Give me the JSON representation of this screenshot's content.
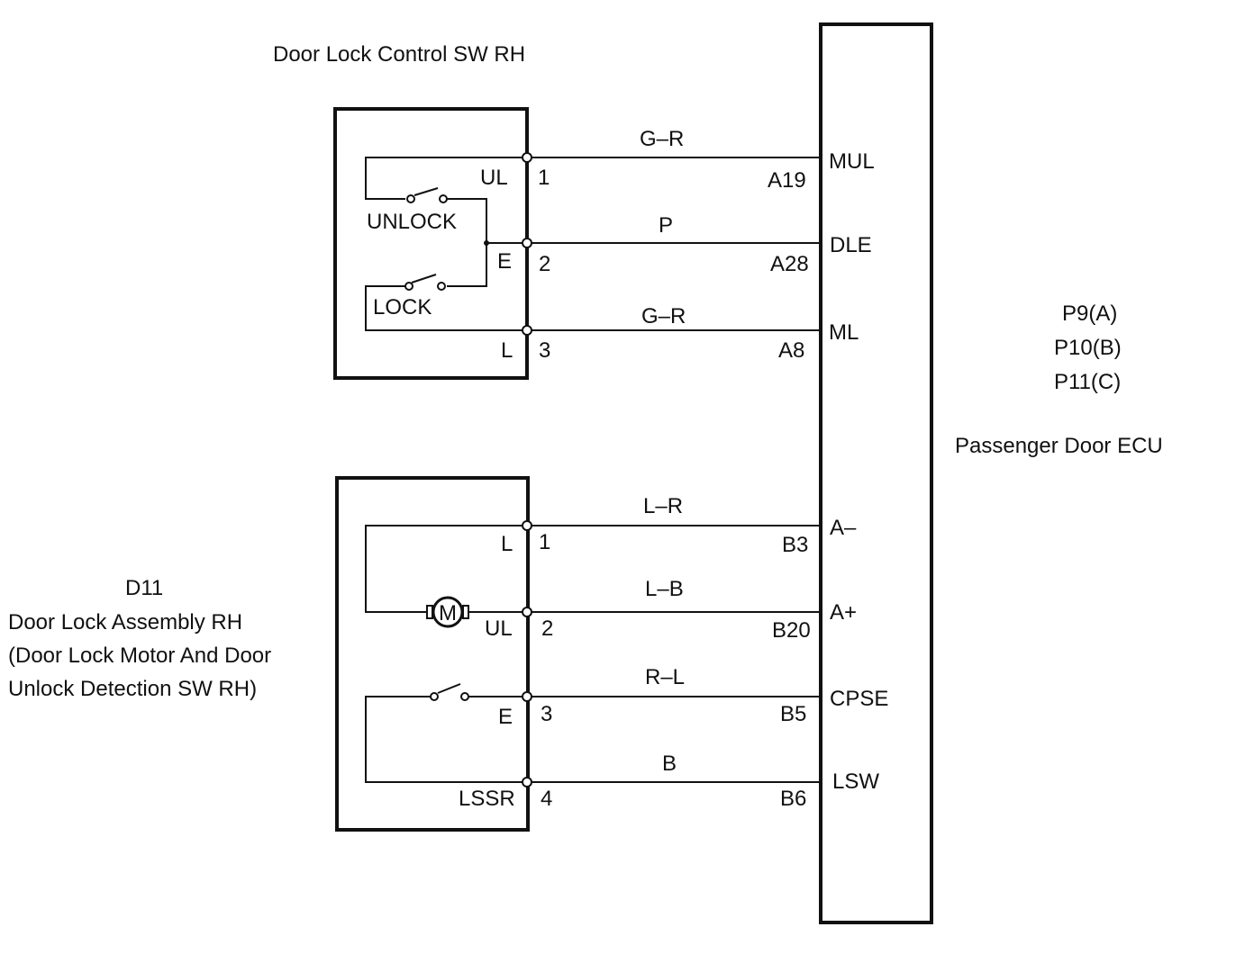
{
  "switch_title": "Door Lock Control SW RH",
  "switch": {
    "unlock_label": "UNLOCK",
    "lock_label": "LOCK",
    "pins": [
      {
        "name": "UL",
        "num": "1",
        "wire": "G–R",
        "ecu_pin": "A19",
        "ecu_term": "MUL"
      },
      {
        "name": "E",
        "num": "2",
        "wire": "P",
        "ecu_pin": "A28",
        "ecu_term": "DLE"
      },
      {
        "name": "L",
        "num": "3",
        "wire": "G–R",
        "ecu_pin": "A8",
        "ecu_term": "ML"
      }
    ]
  },
  "assembly": {
    "id": "D11",
    "line1": "Door Lock Assembly RH",
    "line2": "(Door Lock Motor And Door",
    "line3": "Unlock Detection SW RH)",
    "motor_label": "M",
    "pins": [
      {
        "name": "L",
        "num": "1",
        "wire": "L–R",
        "ecu_pin": "B3",
        "ecu_term": "A–"
      },
      {
        "name": "UL",
        "num": "2",
        "wire": "L–B",
        "ecu_pin": "B20",
        "ecu_term": "A+"
      },
      {
        "name": "E",
        "num": "3",
        "wire": "R–L",
        "ecu_pin": "B5",
        "ecu_term": "CPSE"
      },
      {
        "name": "LSSR",
        "num": "4",
        "wire": "B",
        "ecu_pin": "B6",
        "ecu_term": "LSW"
      }
    ]
  },
  "ecu": {
    "connectors": [
      "P9(A)",
      "P10(B)",
      "P11(C)"
    ],
    "name": "Passenger Door ECU"
  }
}
